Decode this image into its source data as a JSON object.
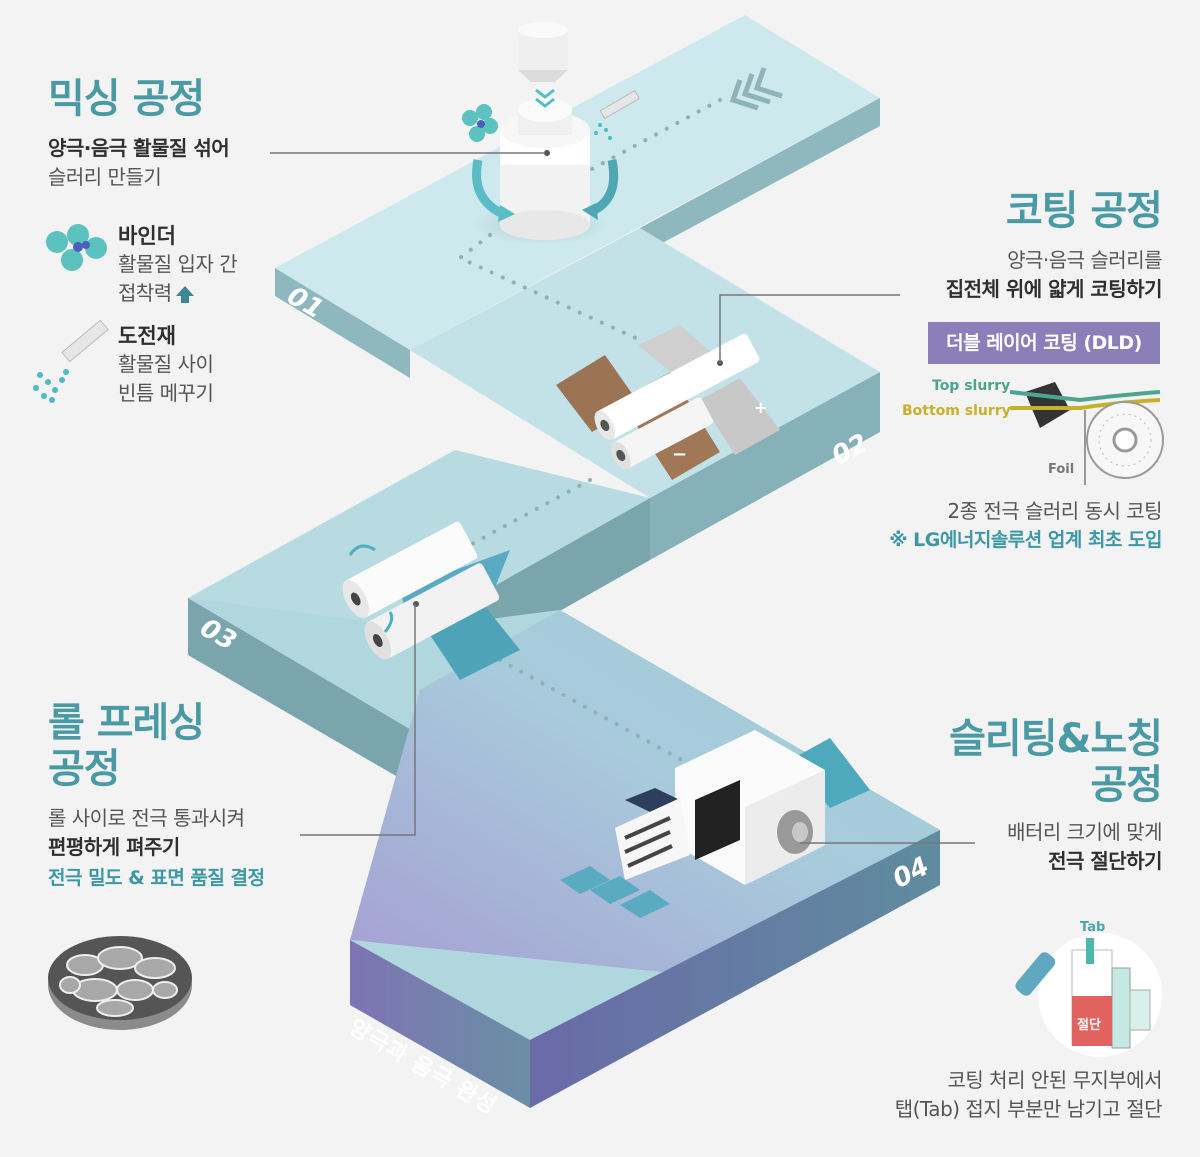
{
  "steps": [
    {
      "number": "01",
      "title": "믹싱 공정",
      "desc_bold": "양극·음극 활물질 섞어",
      "desc": "슬러리 만들기",
      "materials": [
        {
          "icon": "binder-molecule-icon",
          "name": "바인더",
          "line1": "활물질 입자 간",
          "line2": "접착력",
          "indicator": "up-arrow-icon"
        },
        {
          "icon": "conductive-agent-tube-icon",
          "name": "도전재",
          "line1": "활물질 사이",
          "line2": "빈틈 메꾸기"
        }
      ]
    },
    {
      "number": "02",
      "title": "코팅 공정",
      "desc": "양극·음극 슬러리를",
      "desc_bold": "집전체 위에 얇게 코팅하기",
      "badge": "더블 레이어 코팅 (DLD)",
      "diagram_labels": {
        "top": "Top slurry",
        "bottom": "Bottom slurry",
        "foil": "Foil"
      },
      "note": "2종 전극 슬러리 동시 코팅",
      "highlight": "※ LG에너지솔루션 업계 최초 도입",
      "electrode_signs": {
        "negative": "−",
        "positive": "+"
      }
    },
    {
      "number": "03",
      "title_line1": "롤 프레싱",
      "title_line2": "공정",
      "desc": "롤 사이로 전극 통과시켜",
      "desc_bold": "편평하게 펴주기",
      "highlight": "전극 밀도 & 표면 품질 결정"
    },
    {
      "number": "04",
      "title_line1": "슬리팅&노칭",
      "title_line2": "공정",
      "desc": "배터리 크기에 맞게",
      "desc_bold": "전극 절단하기",
      "diagram_labels": {
        "tab": "Tab",
        "cut": "절단"
      },
      "note_line1": "코팅 처리 안된 무지부에서",
      "note_line2": "탭(Tab) 접지 부분만 남기고 절단"
    }
  ],
  "finish_label": "양극과 음극 완성",
  "colors": {
    "title": "#4a9aa5",
    "path_top": "#b9dce2",
    "path_side": "#7fa9b1",
    "badge": "#8b7fb9",
    "finish_block": "#8b84c0",
    "accent": "#3d98a5"
  }
}
